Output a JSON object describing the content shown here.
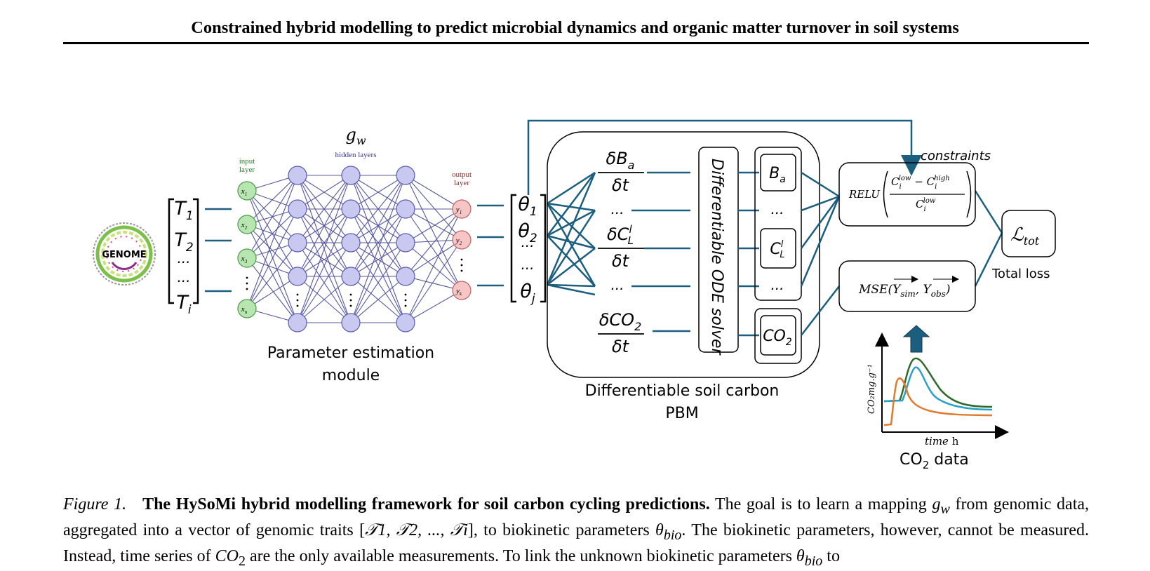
{
  "title": "Constrained hybrid modelling to predict microbial dynamics and organic matter turnover in soil systems",
  "figure": {
    "genome_label": "GENOME",
    "traits": [
      "T",
      "T",
      "...",
      "...",
      "T"
    ],
    "trait_subs": [
      "1",
      "2",
      "",
      "",
      "i"
    ],
    "network": {
      "gw": "g",
      "gw_sub": "w",
      "hidden_layers": "hidden layers",
      "input_layer": [
        "input",
        "layer"
      ],
      "output_layer": [
        "output",
        "layer"
      ],
      "input_nodes": [
        "x",
        "x",
        "x",
        "x"
      ],
      "input_subs": [
        "1",
        "2",
        "3",
        "n"
      ],
      "output_nodes": [
        "y",
        "y",
        "y"
      ],
      "output_subs": [
        "1",
        "2",
        "k"
      ],
      "module_label": [
        "Parameter estimation",
        "module"
      ]
    },
    "params": [
      "θ",
      "θ",
      "...",
      "...",
      "θ"
    ],
    "param_subs": [
      "1",
      "2",
      "",
      "",
      "j"
    ],
    "derivatives": [
      "δB",
      "...",
      "δC",
      "...",
      "δCO"
    ],
    "derivative_subs": [
      "a",
      "",
      "L",
      "",
      "2"
    ],
    "derivative_sup": "l",
    "delta_t": "δt",
    "ode_solver": "Differentiable ODE solver",
    "states": [
      "B",
      "...",
      "C",
      "...",
      "CO"
    ],
    "state_subs": [
      "a",
      "",
      "L",
      "",
      "2"
    ],
    "pbm_label": [
      "Differentiable soil carbon",
      "PBM"
    ],
    "constraints_label": "constraints",
    "relu_label": "RELU",
    "mse_label": "MSE",
    "loss_symbol": "ℒ",
    "loss_sub": "tot",
    "total_loss": "Total loss",
    "plot": {
      "ylabel": "CO₂mg.g⁻¹",
      "xlabel_italic": "time",
      "xlabel_unit": " h",
      "data_label_main": "CO",
      "data_label_sub": "2",
      "data_label_tail": " data"
    },
    "colors": {
      "teal": "#1b5e7e",
      "net_edge": "#3a3a8c",
      "input_node": "#b8e6b0",
      "hidden_node": "#c8c8f0",
      "output_node": "#f6c6c6",
      "curve_green": "#2e6b2a",
      "curve_blue": "#2aa0c8",
      "curve_orange": "#e07a2e"
    }
  },
  "caption": {
    "label": "Figure 1.",
    "bold": "The HySoMi hybrid modelling framework for soil carbon cycling predictions.",
    "text_a": " The goal is to learn a mapping ",
    "gw": "g",
    "gw_sub": "w",
    "text_b": " from genomic data, aggregated into a vector of genomic traits [",
    "traits_vec": "𝒯1, 𝒯2, ..., 𝒯i",
    "text_c": "], to biokinetic parameters ",
    "theta": "θ",
    "theta_sub": "bio",
    "text_d": ". The biokinetic parameters, however, cannot be measured. Instead, time series of ",
    "co2": "CO",
    "co2_sub": "2",
    "text_e": " are the only available measurements. To link the unknown biokinetic parameters ",
    "theta2": "θ",
    "theta2_sub": "bio",
    "text_f": " to"
  }
}
